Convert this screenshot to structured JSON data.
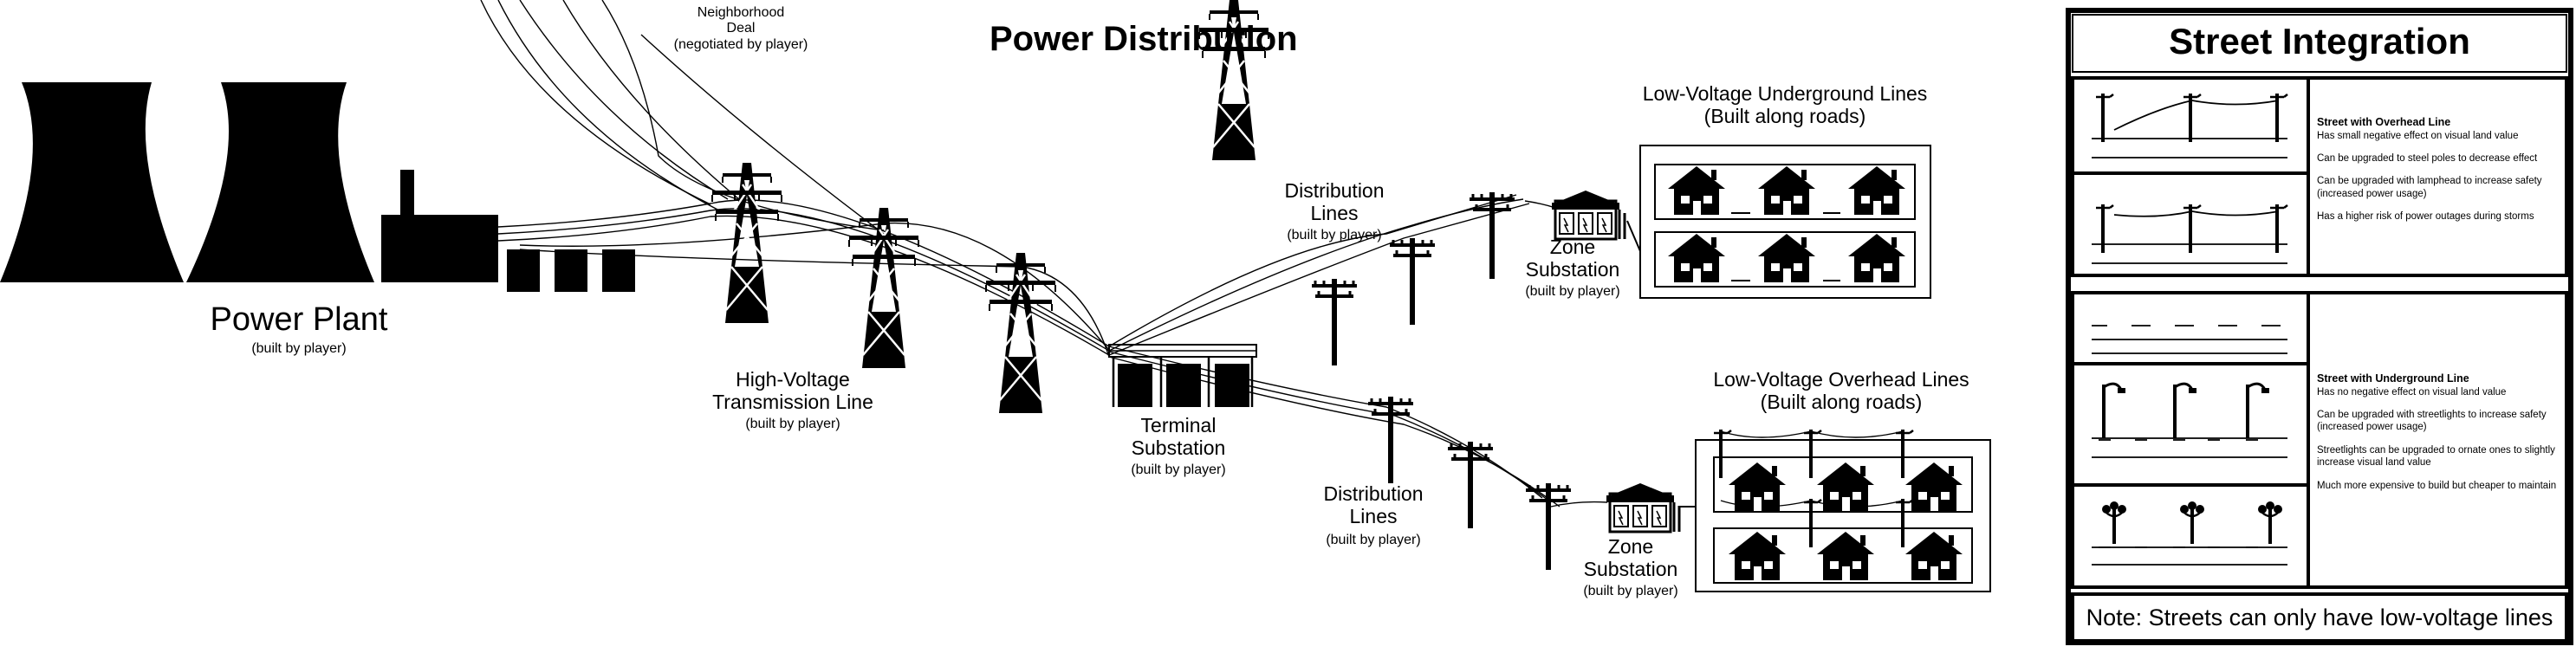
{
  "title": "Power Distribution",
  "labels": {
    "neighborhood_deal": [
      "Neighborhood",
      "Deal",
      "(negotiated by player)"
    ],
    "power_plant": "Power Plant",
    "power_plant_sub": "(built by player)",
    "hv_line": [
      "High-Voltage",
      "Transmission Line"
    ],
    "hv_line_sub": "(built by player)",
    "terminal": [
      "Terminal",
      "Substation"
    ],
    "terminal_sub": "(built by player)",
    "dist_top": [
      "Distribution",
      "Lines"
    ],
    "dist_top_sub": "(built by player)",
    "dist_bottom": [
      "Distribution",
      "Lines"
    ],
    "dist_bottom_sub": "(built by player)",
    "zone_top": [
      "Zone",
      "Substation"
    ],
    "zone_top_sub": "(built by player)",
    "zone_bottom": [
      "Zone",
      "Substation"
    ],
    "zone_bottom_sub": "(built by player)",
    "lv_underground": [
      "Low-Voltage Underground Lines",
      "(Built along roads)"
    ],
    "lv_overhead": [
      "Low-Voltage Overhead Lines",
      "(Built along roads)"
    ]
  },
  "panel": {
    "title": "Street Integration",
    "overhead": {
      "heading": "Street with Overhead Line",
      "points": [
        "Has small negative effect on visual land value",
        "Can be upgraded to steel poles to decrease effect",
        "Can be upgraded with lamphead to increase safety (increased power usage)",
        "Has a higher risk of power outages during storms"
      ]
    },
    "underground": {
      "heading": "Street with Underground Line",
      "points": [
        "Has no negative effect on visual land value",
        "Can be upgraded with streetlights to increase safety (increased power usage)",
        "Streetlights can be upgraded to ornate ones to slightly increase visual land value",
        "Much more expensive to build but cheaper to maintain"
      ]
    },
    "note": "Note: Streets can only have low-voltage lines"
  },
  "icons": [
    "cooling-tower-icon",
    "factory-icon",
    "transformer-icon",
    "transmission-tower-icon",
    "substation-icon",
    "utility-pole-icon",
    "house-icon",
    "street-lamp-icon",
    "ornate-lamp-icon"
  ]
}
